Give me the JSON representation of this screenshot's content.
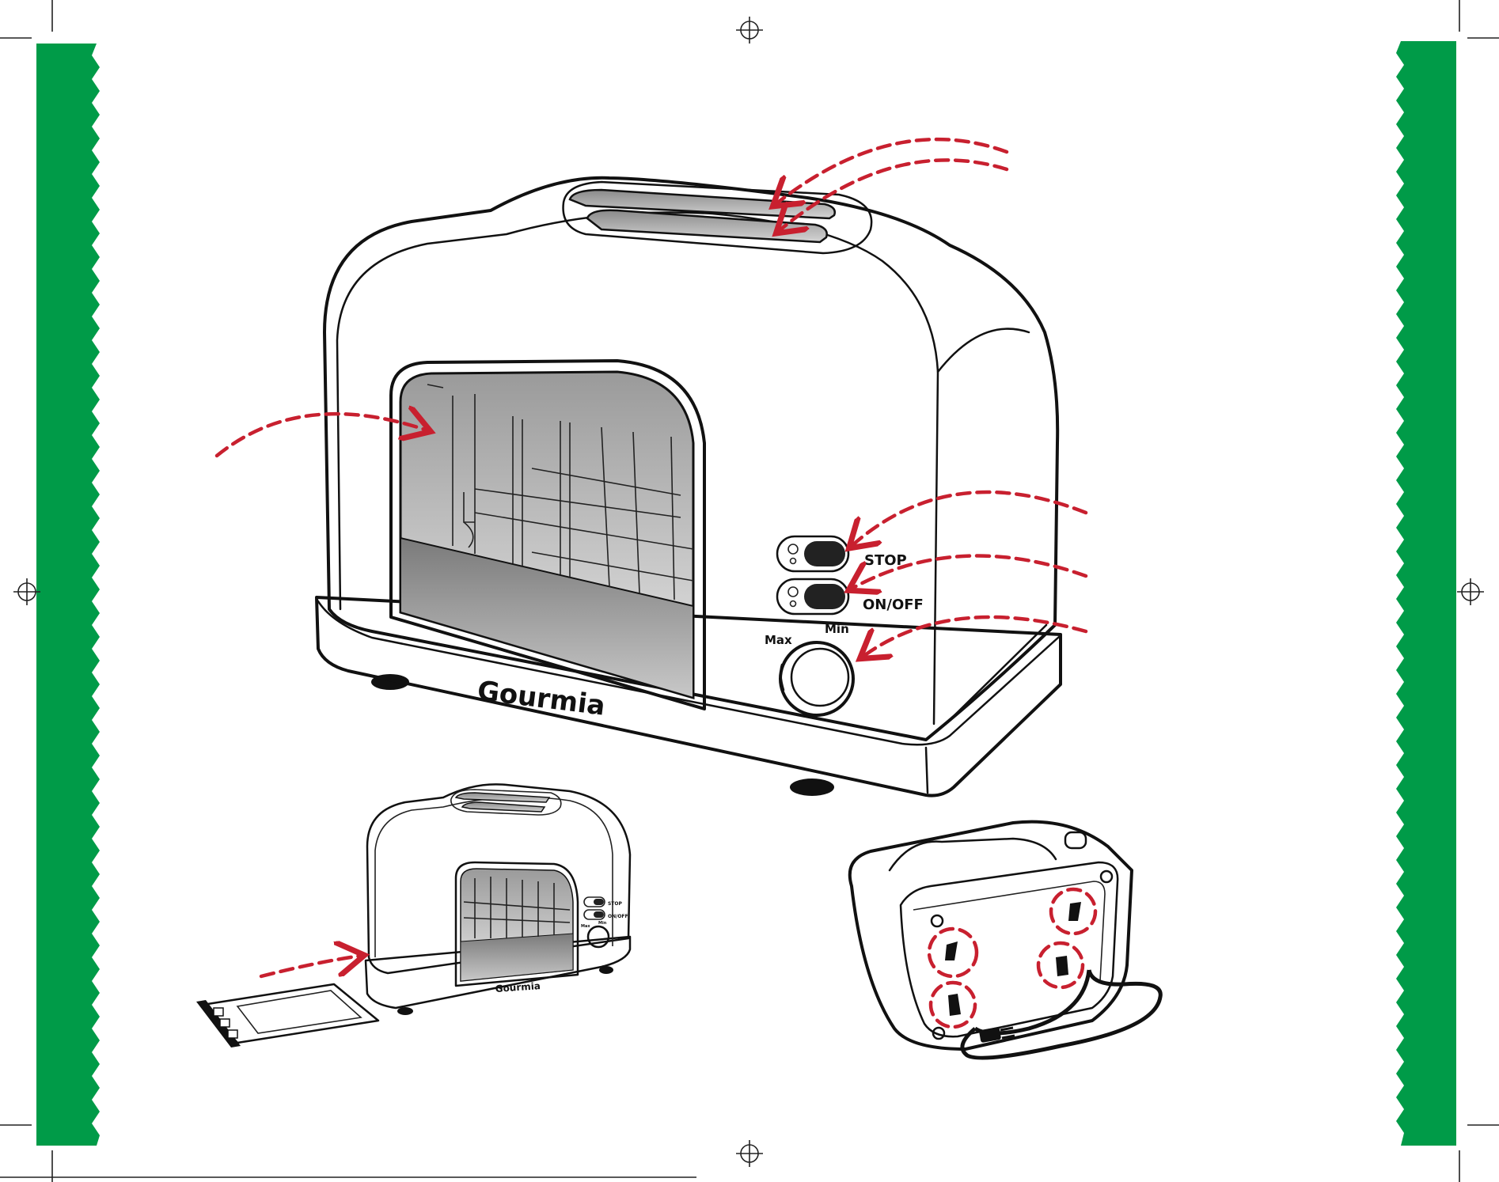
{
  "colors": {
    "strip_green": "#009b48",
    "arrow_red": "#c8202f",
    "outline": "#111111",
    "window_dark": "#777777",
    "window_light": "#e4e4e4"
  },
  "main_toaster": {
    "brand_logo": "Gourmia",
    "stop_label": "STOP",
    "onoff_label": "ON/OFF",
    "dial_max_label": "Max",
    "dial_min_label": "Min"
  },
  "small_toaster": {
    "brand_logo": "Gourmia",
    "stop_label": "STOP",
    "onoff_label": "ON/OFF",
    "dial_max_label": "Max",
    "dial_min_label": "Min"
  },
  "icons": {
    "registration_marks": "crosshair-registration-icon",
    "stop_button_icon": "bulb-icon",
    "onoff_button_icon": "bulb-icon"
  }
}
